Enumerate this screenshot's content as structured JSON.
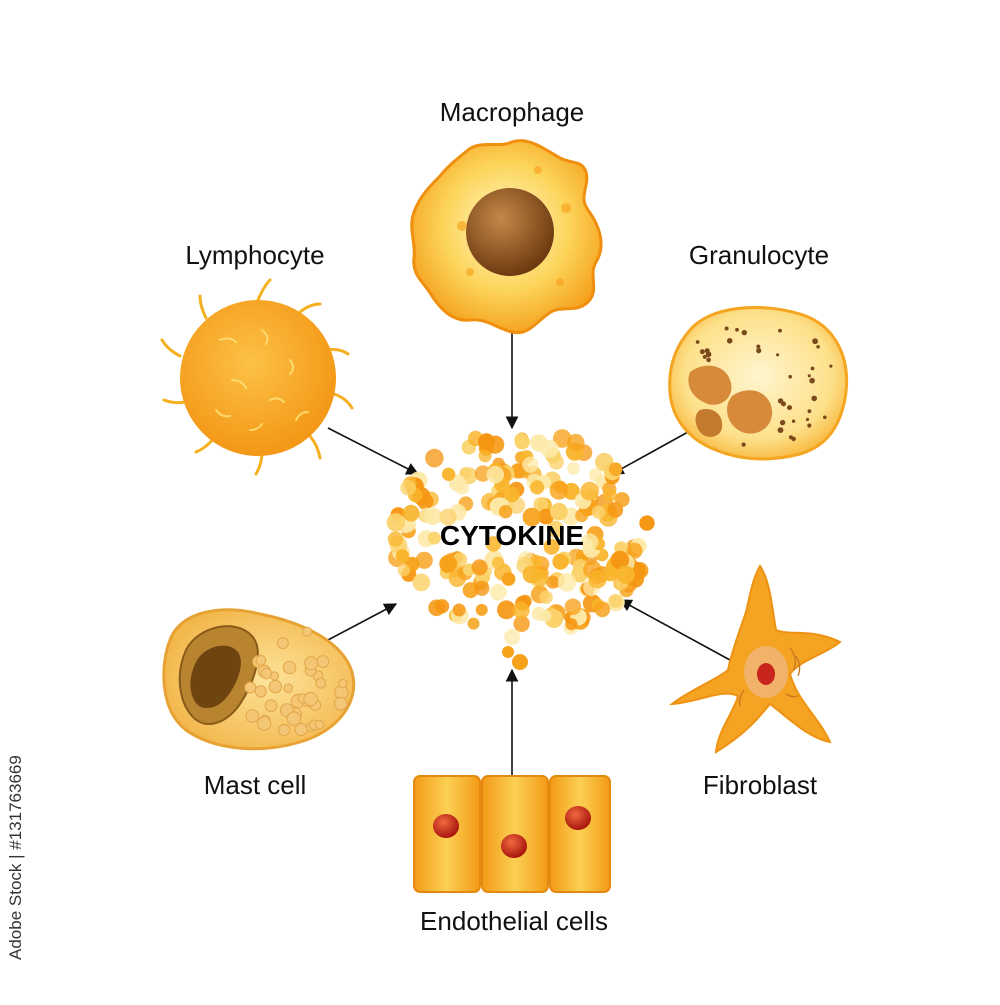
{
  "center_label": "CYTOKINE",
  "labels": {
    "macrophage": "Macrophage",
    "lymphocyte": "Lymphocyte",
    "granulocyte": "Granulocyte",
    "mast_cell": "Mast cell",
    "fibroblast": "Fibroblast",
    "endothelial": "Endothelial cells"
  },
  "stock_id": "Adobe Stock | #131763669",
  "colors": {
    "orange": "#f7a21b",
    "light_orange": "#fbd26a",
    "pale": "#fde9a8",
    "nucleus_brown": "#8a4a12",
    "nucleus_red": "#c8251c",
    "arrow": "#111111"
  }
}
